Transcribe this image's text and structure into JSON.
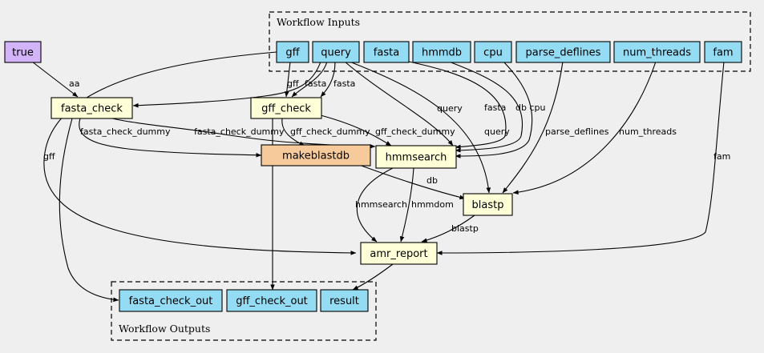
{
  "clusters": {
    "inputs_label": "Workflow Inputs",
    "outputs_label": "Workflow Outputs"
  },
  "inputs": {
    "gff": "gff",
    "query": "query",
    "fasta": "fasta",
    "hmmdb": "hmmdb",
    "cpu": "cpu",
    "parse_deflines": "parse_deflines",
    "num_threads": "num_threads",
    "fam": "fam"
  },
  "constants": {
    "true": "true"
  },
  "steps": {
    "fasta_check": "fasta_check",
    "gff_check": "gff_check",
    "makeblastdb": "makeblastdb",
    "hmmsearch": "hmmsearch",
    "blastp": "blastp",
    "amr_report": "amr_report"
  },
  "outputs": {
    "fasta_check_out": "fasta_check_out",
    "gff_check_out": "gff_check_out",
    "result": "result"
  },
  "edge_labels": {
    "aa": "aa",
    "gff_left": "gff",
    "gff_mid": "gff",
    "fasta_1": "fasta",
    "fasta_2": "fasta",
    "query_1": "query",
    "query_2": "query",
    "fasta_3": "fasta",
    "db_cpu": "db cpu",
    "parse_deflines": "parse_deflines",
    "num_threads": "num_threads",
    "fam": "fam",
    "fasta_check_dummy_1": "fasta_check_dummy",
    "fasta_check_dummy_2": "fasta_check_dummy",
    "gff_check_dummy_1": "gff_check_dummy",
    "gff_check_dummy_2": "gff_check_dummy",
    "db": "db",
    "hmmsearch": "hmmsearch",
    "hmmdom": "hmmdom",
    "blastp": "blastp"
  },
  "colors": {
    "input_fill": "#94dcf4",
    "step_fill": "#ffffd8",
    "constant_fill": "#d4b4f8",
    "makeblastdb_fill": "#f6ca9a",
    "background": "#efefef"
  }
}
